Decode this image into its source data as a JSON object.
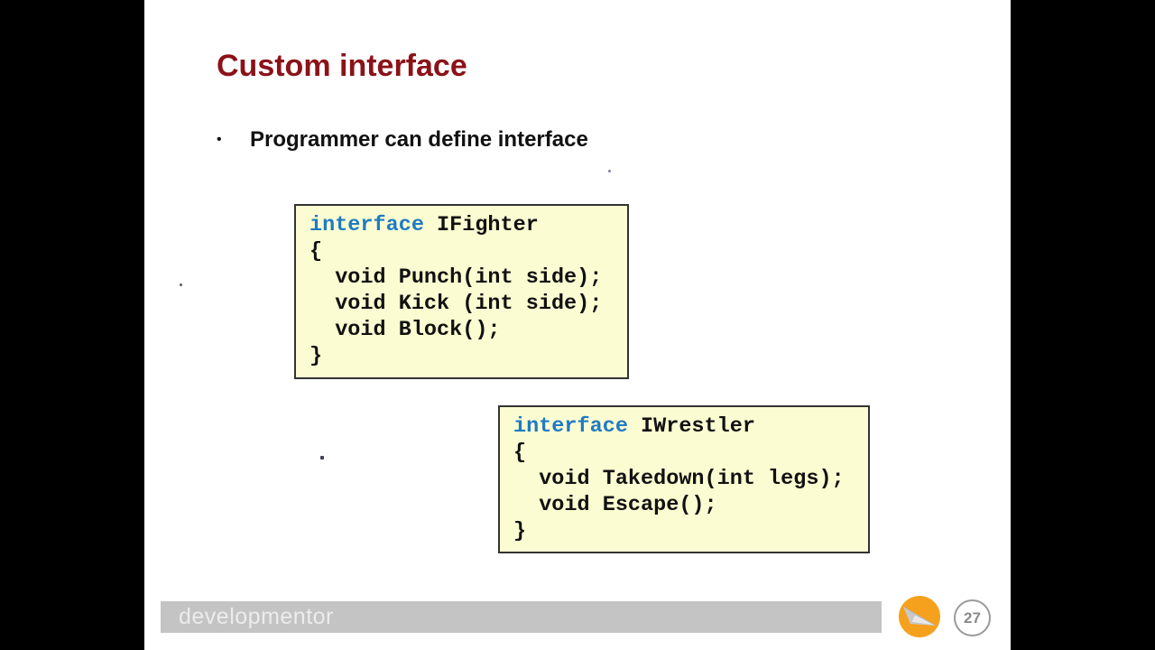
{
  "slide": {
    "title": "Custom interface",
    "bullet_glyph": "•",
    "bullet": "Programmer can define interface",
    "code_boxes": [
      {
        "name": "IFighter",
        "lines": [
          {
            "kw": "interface",
            "text": " IFighter"
          },
          {
            "kw": "",
            "text": "{"
          },
          {
            "kw": "",
            "text": "  void Punch(int side);"
          },
          {
            "kw": "",
            "text": "  void Kick (int side);"
          },
          {
            "kw": "",
            "text": "  void Block();"
          },
          {
            "kw": "",
            "text": "}"
          }
        ]
      },
      {
        "name": "IWrestler",
        "lines": [
          {
            "kw": "interface",
            "text": " IWrestler"
          },
          {
            "kw": "",
            "text": "{"
          },
          {
            "kw": "",
            "text": "  void Takedown(int legs);"
          },
          {
            "kw": "",
            "text": "  void Escape();"
          },
          {
            "kw": "",
            "text": "}"
          }
        ]
      }
    ]
  },
  "footer": {
    "brand": "developmentor",
    "page_number": "27"
  },
  "icons": {
    "paper_plane": "paper-plane-icon"
  },
  "colors": {
    "frame_black": "#000000",
    "slide_white": "#ffffff",
    "title_red": "#8B1219",
    "keyword_blue": "#1E7BC4",
    "code_bg": "#FCFCD2",
    "code_border": "#333333",
    "code_text": "#111111",
    "footer_bar_bg": "#C4C4C4",
    "footer_text": "#ECECEC",
    "badge_orange": "#F5A11D",
    "page_circle_border": "#9a9a9a",
    "page_circle_text": "#8a8a8a"
  }
}
